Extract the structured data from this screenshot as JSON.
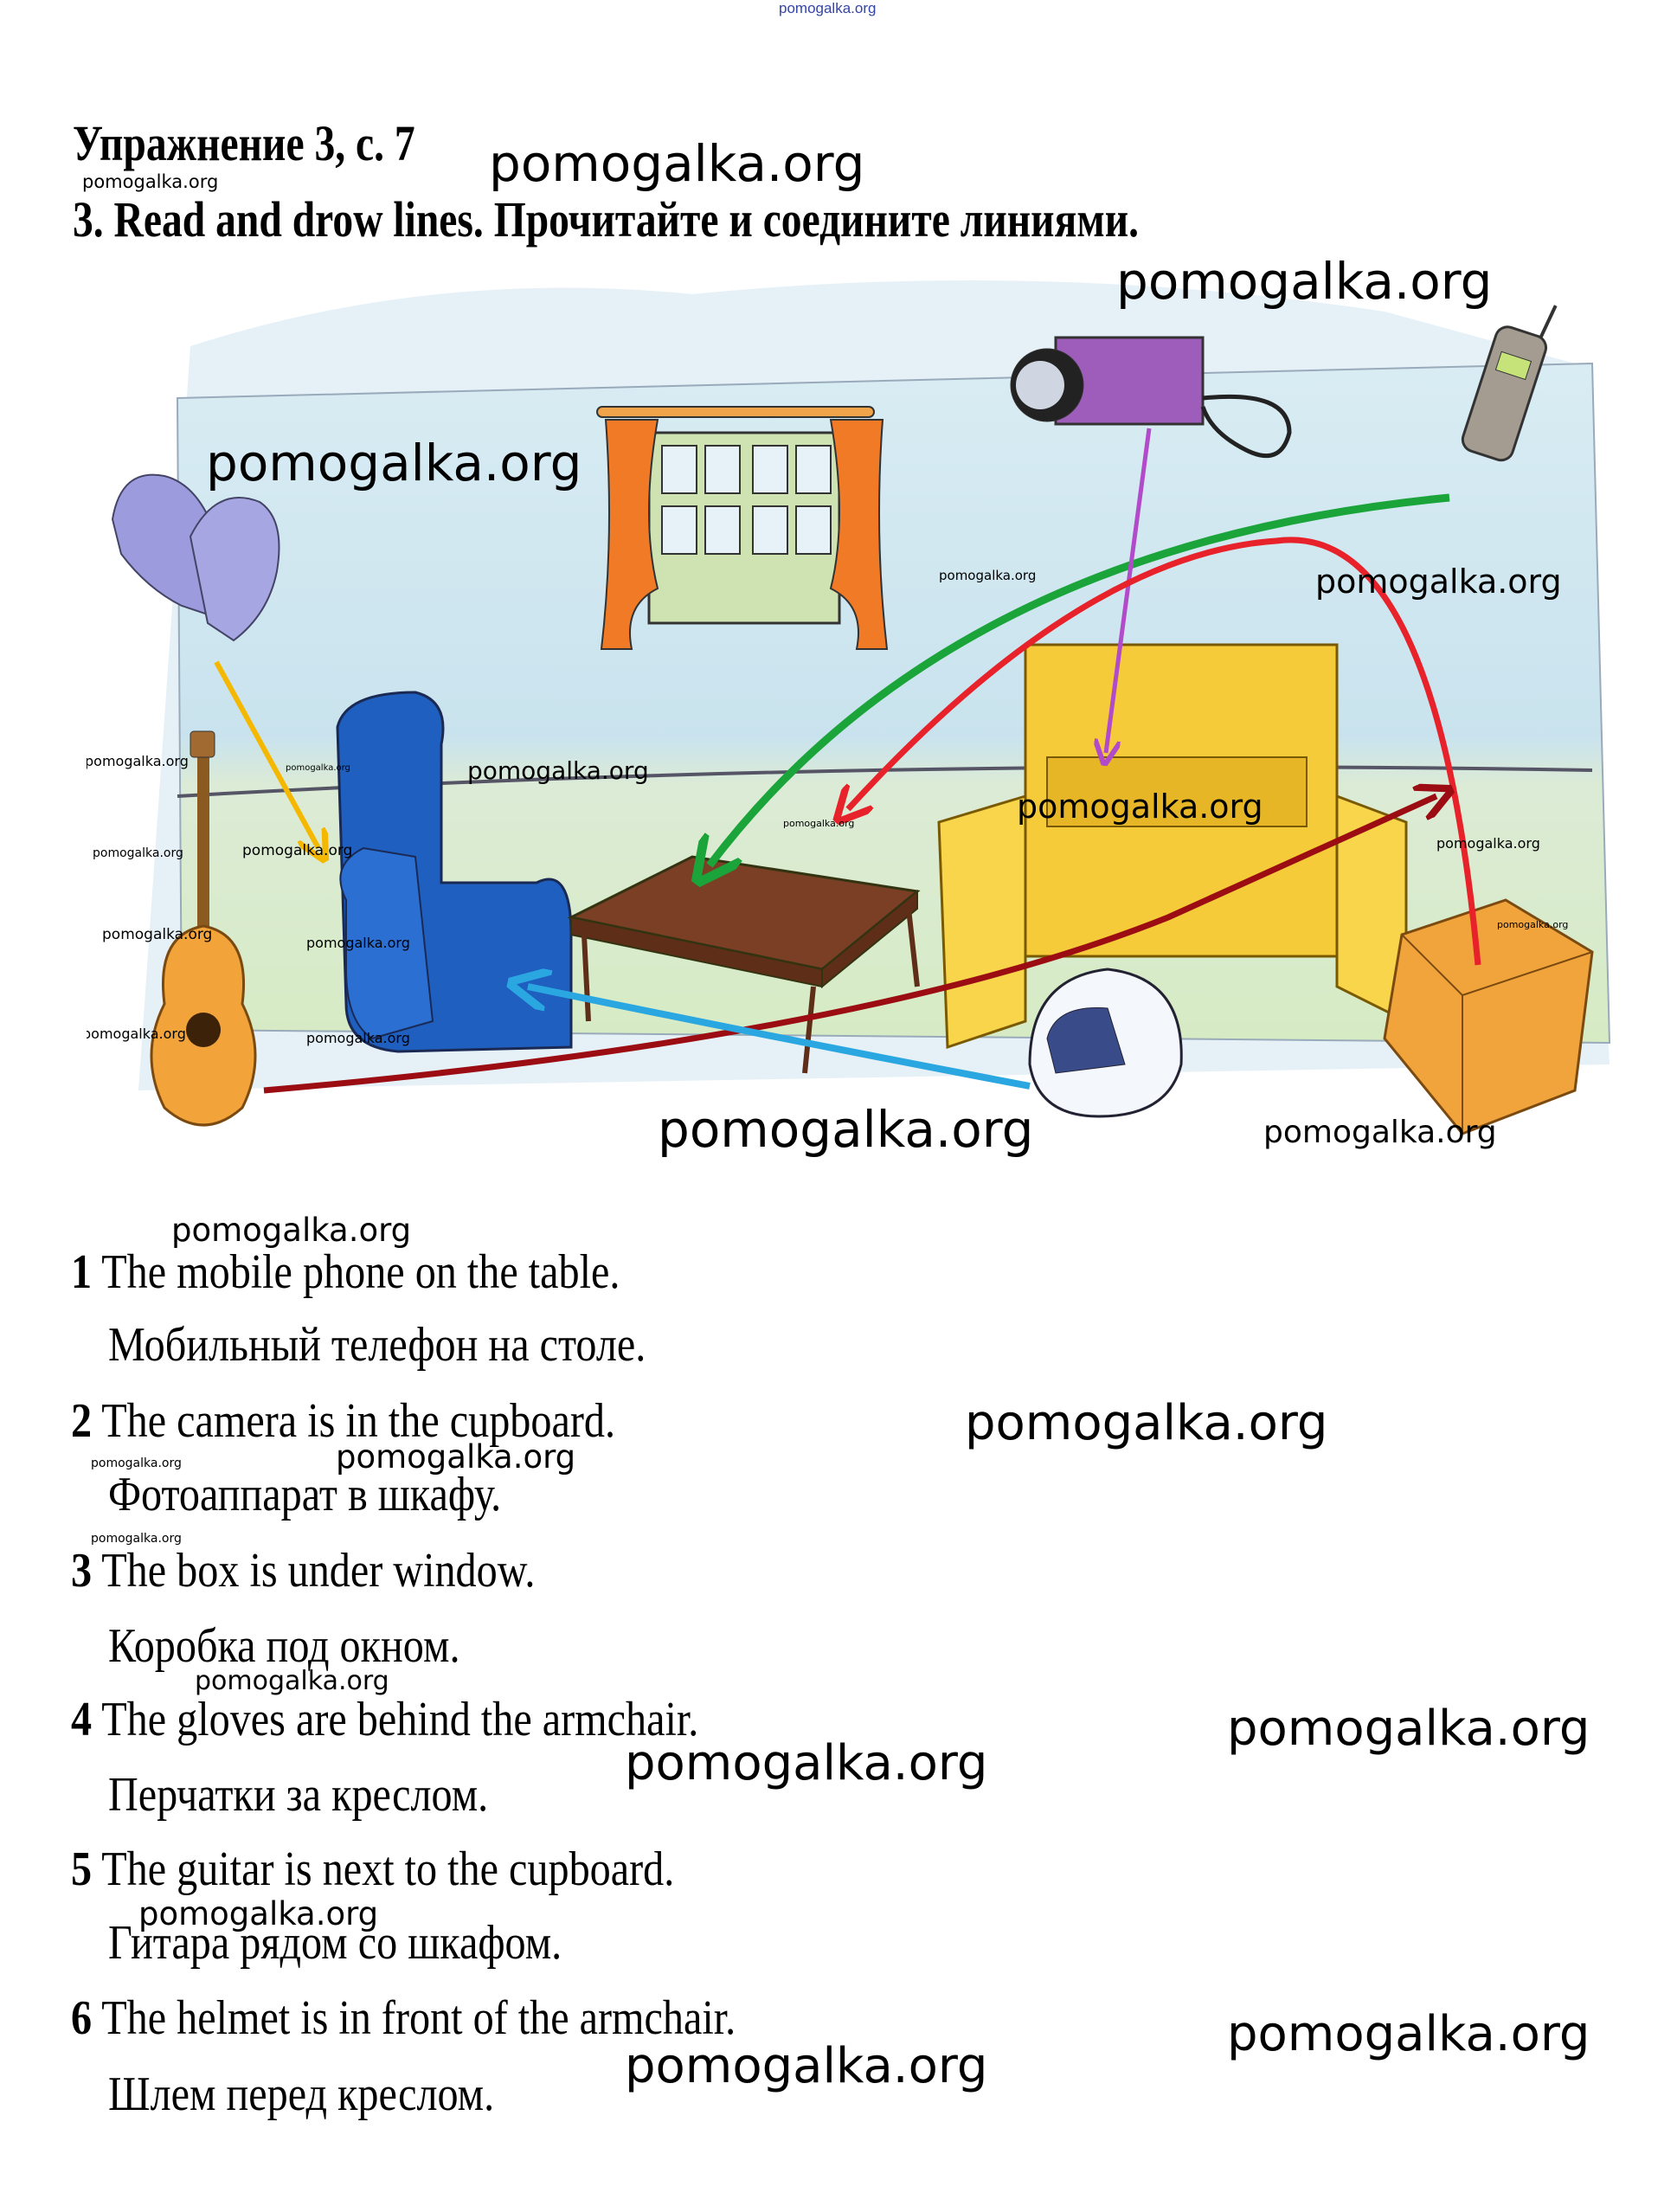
{
  "watermark": "pomogalka.org",
  "header": {
    "exercise": "Упражнение 3, с. 7",
    "task": "3. Read and drow lines. Прочитайте и соедините линиями."
  },
  "illustration": {
    "objects": [
      "gloves",
      "window",
      "camera",
      "mobile phone",
      "armchair",
      "table",
      "cupboard",
      "guitar",
      "helmet",
      "box"
    ],
    "arrows": [
      {
        "from": "mobile phone",
        "to": "table",
        "color": "#1aa43a"
      },
      {
        "from": "camera",
        "to": "cupboard",
        "color": "#b14bc9"
      },
      {
        "from": "box",
        "to": "window",
        "color": "#e8222a"
      },
      {
        "from": "gloves",
        "to": "armchair",
        "color": "#f5b800"
      },
      {
        "from": "guitar",
        "to": "cupboard",
        "color": "#9b0d12"
      },
      {
        "from": "helmet",
        "to": "armchair",
        "color": "#2aa7e0"
      }
    ]
  },
  "sentences": [
    {
      "num": "1",
      "en": "The mobile phone on the table.",
      "ru": "Мобильный телефон на столе."
    },
    {
      "num": "2",
      "en": "The camera is in the cupboard.",
      "ru": "Фотоаппарат в шкафу."
    },
    {
      "num": "3",
      "en": "The box is  under window.",
      "ru": "Коробка под окном."
    },
    {
      "num": "4",
      "en": "The gloves are behind the armchair.",
      "ru": "Перчатки за креслом."
    },
    {
      "num": "5",
      "en": "The guitar is next to the cupboard.",
      "ru": "Гитара рядом со шкафом."
    },
    {
      "num": "6",
      "en": "The helmet is in front of the armchair.",
      "ru": "Шлем перед креслом."
    }
  ]
}
